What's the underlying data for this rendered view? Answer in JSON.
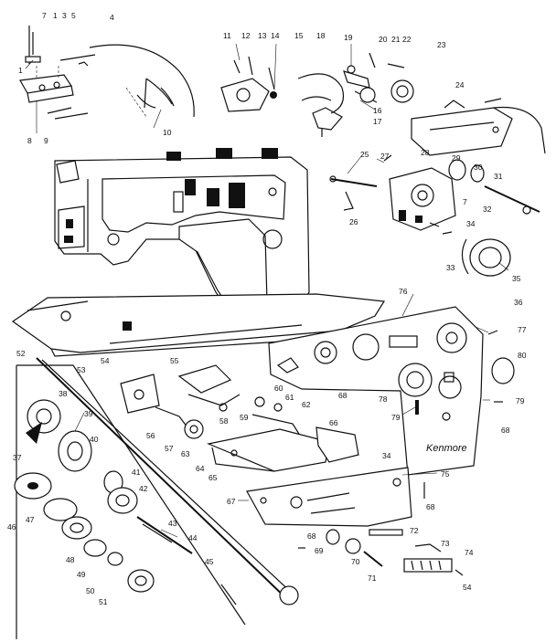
{
  "diagram": {
    "brand_plate_text": "Kenmore",
    "callouts": [
      {
        "id": "c1",
        "text": "7"
      },
      {
        "id": "c2",
        "text": "1"
      },
      {
        "id": "c3",
        "text": "3"
      },
      {
        "id": "c4",
        "text": "5"
      },
      {
        "id": "c5",
        "text": "4"
      },
      {
        "id": "c6",
        "text": "1"
      },
      {
        "id": "c7",
        "text": "8"
      },
      {
        "id": "c8",
        "text": "9"
      },
      {
        "id": "c9",
        "text": "10"
      },
      {
        "id": "c10",
        "text": "11"
      },
      {
        "id": "c11",
        "text": "12"
      },
      {
        "id": "c12",
        "text": "13"
      },
      {
        "id": "c13",
        "text": "14"
      },
      {
        "id": "c14",
        "text": "15"
      },
      {
        "id": "c15",
        "text": "18"
      },
      {
        "id": "c16",
        "text": "19"
      },
      {
        "id": "c17",
        "text": "20"
      },
      {
        "id": "c18",
        "text": "21"
      },
      {
        "id": "c19",
        "text": "22"
      },
      {
        "id": "c20",
        "text": "23"
      },
      {
        "id": "c21",
        "text": "16"
      },
      {
        "id": "c22",
        "text": "17"
      },
      {
        "id": "c23",
        "text": "24"
      },
      {
        "id": "c24",
        "text": "25"
      },
      {
        "id": "c25",
        "text": "27"
      },
      {
        "id": "c26",
        "text": "28"
      },
      {
        "id": "c27",
        "text": "29"
      },
      {
        "id": "c28",
        "text": "30"
      },
      {
        "id": "c29",
        "text": "31"
      },
      {
        "id": "c30",
        "text": "26"
      },
      {
        "id": "c31",
        "text": "7"
      },
      {
        "id": "c32",
        "text": "32"
      },
      {
        "id": "c33",
        "text": "34"
      },
      {
        "id": "c34",
        "text": "33"
      },
      {
        "id": "c35",
        "text": "35"
      },
      {
        "id": "c36",
        "text": "36"
      },
      {
        "id": "c37",
        "text": "76"
      },
      {
        "id": "c38",
        "text": "77"
      },
      {
        "id": "c39",
        "text": "80"
      },
      {
        "id": "c40",
        "text": "68"
      },
      {
        "id": "c41",
        "text": "78"
      },
      {
        "id": "c42",
        "text": "79"
      },
      {
        "id": "c43",
        "text": "79"
      },
      {
        "id": "c44",
        "text": "68"
      },
      {
        "id": "c45",
        "text": "52"
      },
      {
        "id": "c46",
        "text": "53"
      },
      {
        "id": "c47",
        "text": "54"
      },
      {
        "id": "c48",
        "text": "55"
      },
      {
        "id": "c49",
        "text": "38"
      },
      {
        "id": "c50",
        "text": "39"
      },
      {
        "id": "c51",
        "text": "60"
      },
      {
        "id": "c52",
        "text": "61"
      },
      {
        "id": "c53",
        "text": "62"
      },
      {
        "id": "c54",
        "text": "58"
      },
      {
        "id": "c55",
        "text": "59"
      },
      {
        "id": "c56",
        "text": "56"
      },
      {
        "id": "c57",
        "text": "57"
      },
      {
        "id": "c58",
        "text": "63"
      },
      {
        "id": "c59",
        "text": "66"
      },
      {
        "id": "c60",
        "text": "37"
      },
      {
        "id": "c61",
        "text": "40"
      },
      {
        "id": "c62",
        "text": "64"
      },
      {
        "id": "c63",
        "text": "65"
      },
      {
        "id": "c64",
        "text": "34"
      },
      {
        "id": "c65",
        "text": "75"
      },
      {
        "id": "c66",
        "text": "41"
      },
      {
        "id": "c67",
        "text": "42"
      },
      {
        "id": "c68",
        "text": "43"
      },
      {
        "id": "c69",
        "text": "67"
      },
      {
        "id": "c70",
        "text": "68"
      },
      {
        "id": "c71",
        "text": "46"
      },
      {
        "id": "c72",
        "text": "47"
      },
      {
        "id": "c73",
        "text": "44"
      },
      {
        "id": "c74",
        "text": "72"
      },
      {
        "id": "c75",
        "text": "48"
      },
      {
        "id": "c76",
        "text": "68"
      },
      {
        "id": "c77",
        "text": "69"
      },
      {
        "id": "c78",
        "text": "70"
      },
      {
        "id": "c79",
        "text": "73"
      },
      {
        "id": "c80",
        "text": "74"
      },
      {
        "id": "c81",
        "text": "49"
      },
      {
        "id": "c82",
        "text": "45"
      },
      {
        "id": "c83",
        "text": "71"
      },
      {
        "id": "c84",
        "text": "50"
      },
      {
        "id": "c85",
        "text": "54"
      },
      {
        "id": "c86",
        "text": "51"
      }
    ]
  }
}
